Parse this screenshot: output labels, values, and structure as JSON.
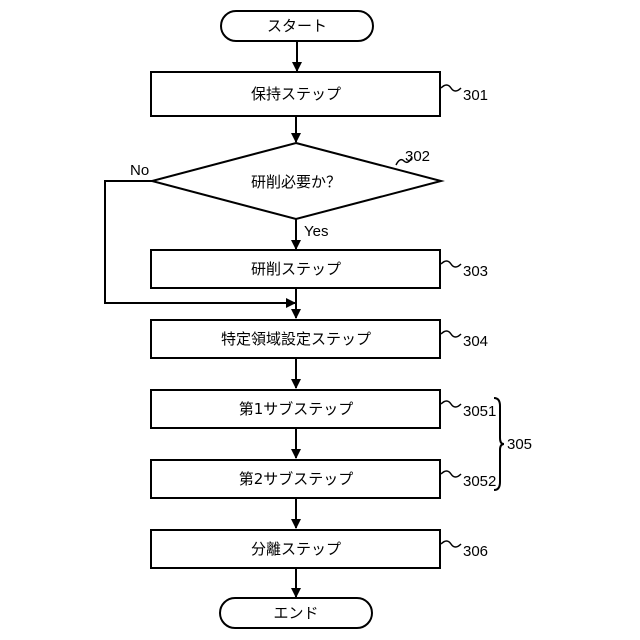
{
  "nodes": {
    "start": "スタート",
    "hold": "保持ステップ",
    "decision": "研削必要か？",
    "grind": "研削ステップ",
    "region": "特定領域設定ステップ",
    "sub1": "第1サブステップ",
    "sub2": "第2サブステップ",
    "separate": "分離ステップ",
    "end": "エンド"
  },
  "branches": {
    "no": "No",
    "yes": "Yes"
  },
  "refs": {
    "hold": "301",
    "decision": "302",
    "grind": "303",
    "region": "304",
    "sub1": "3051",
    "sub2": "3052",
    "group": "305",
    "separate": "306"
  }
}
